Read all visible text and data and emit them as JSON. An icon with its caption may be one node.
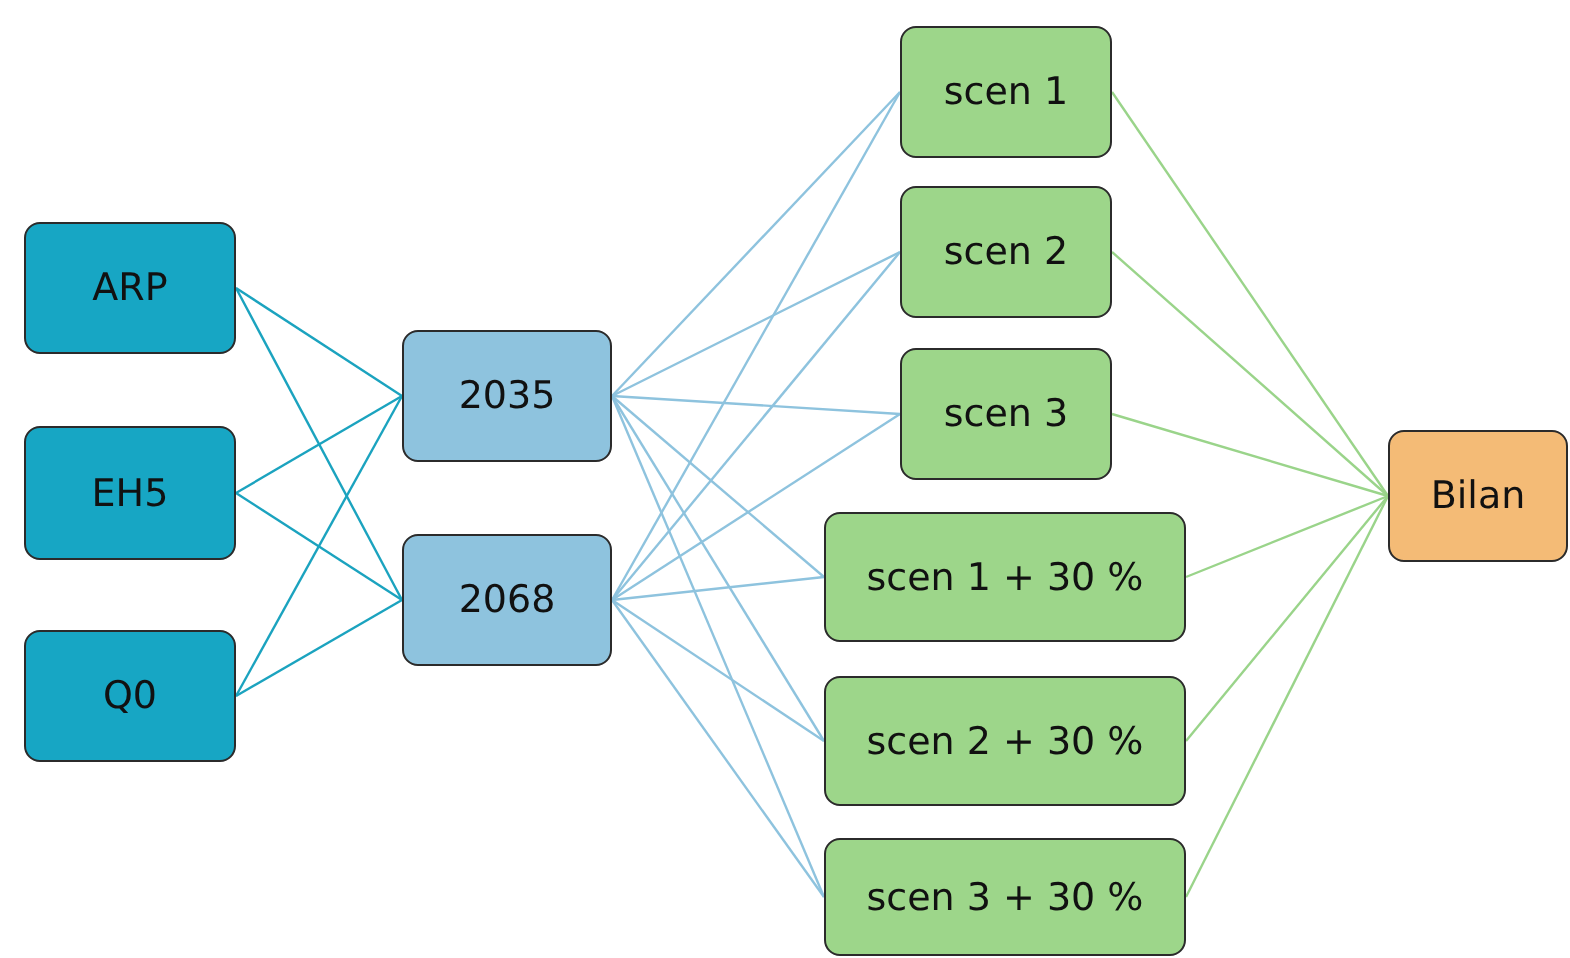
{
  "diagram": {
    "nodes": [
      {
        "text": [
          "ARP"
        ]
      },
      {
        "text": [
          "EH5"
        ]
      },
      {
        "text": [
          "Q0"
        ]
      },
      {
        "text": [
          "2035"
        ]
      },
      {
        "text": [
          "2068"
        ]
      },
      {
        "text": [
          "scen 1"
        ]
      },
      {
        "text": [
          "scen 2"
        ]
      },
      {
        "text": [
          "scen 3"
        ]
      },
      {
        "text": [
          "scen 1 + 30 %"
        ]
      },
      {
        "text": [
          "scen 2 + 30 %"
        ]
      },
      {
        "text": [
          "scen 3 + 30 %"
        ]
      },
      {
        "text": [
          "Bilan"
        ]
      }
    ],
    "edges": [
      {
        "from": 0,
        "to": 3,
        "arrow": "none",
        "color": "#1ba3bf"
      },
      {
        "from": 0,
        "to": 4,
        "arrow": "none",
        "color": "#1ba3bf"
      },
      {
        "from": 1,
        "to": 3,
        "arrow": "none",
        "color": "#1ba3bf"
      },
      {
        "from": 1,
        "to": 4,
        "arrow": "none",
        "color": "#1ba3bf"
      },
      {
        "from": 2,
        "to": 3,
        "arrow": "none",
        "color": "#1ba3bf"
      },
      {
        "from": 2,
        "to": 4,
        "arrow": "none",
        "color": "#1ba3bf"
      },
      {
        "from": 3,
        "to": 5,
        "arrow": "none"
      },
      {
        "from": 3,
        "to": 6,
        "arrow": "none"
      },
      {
        "from": 3,
        "to": 7,
        "arrow": "none"
      },
      {
        "from": 3,
        "to": 8,
        "arrow": "none"
      },
      {
        "from": 3,
        "to": 9,
        "arrow": "none"
      },
      {
        "from": 3,
        "to": 10,
        "arrow": "none"
      },
      {
        "from": 4,
        "to": 5,
        "arrow": "none"
      },
      {
        "from": 4,
        "to": 6,
        "arrow": "none"
      },
      {
        "from": 4,
        "to": 7,
        "arrow": "none"
      },
      {
        "from": 4,
        "to": 8,
        "arrow": "none"
      },
      {
        "from": 4,
        "to": 9,
        "arrow": "none"
      },
      {
        "from": 4,
        "to": 10,
        "arrow": "none"
      },
      {
        "from": 5,
        "to": 11,
        "arrow": "none",
        "color": "#9ad48a"
      },
      {
        "from": 6,
        "to": 11,
        "arrow": "none",
        "color": "#9ad48a"
      },
      {
        "from": 7,
        "to": 11,
        "arrow": "none",
        "color": "#9ad48a"
      },
      {
        "from": 8,
        "to": 11,
        "arrow": "none",
        "color": "#9ad48a"
      },
      {
        "from": 9,
        "to": 11,
        "arrow": "none",
        "color": "#9ad48a"
      },
      {
        "from": 10,
        "to": 11,
        "arrow": "none",
        "color": "#9ad48a"
      }
    ]
  }
}
